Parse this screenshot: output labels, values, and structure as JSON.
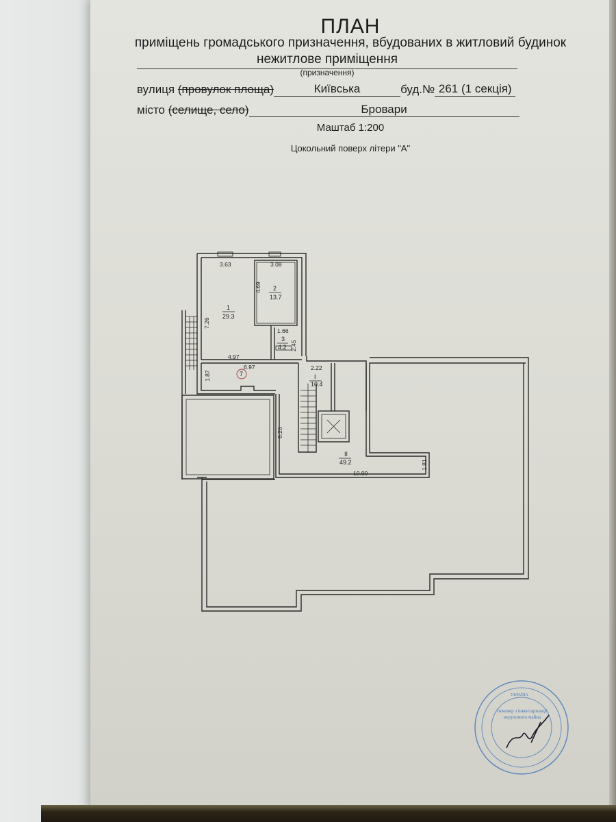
{
  "document": {
    "title": "ПЛАН",
    "subtitle": "приміщень громадського призначення, вбудованих в житловий будинок",
    "purpose_value": "нежитлове приміщення",
    "purpose_caption": "(призначення)",
    "street_label": "вулиця",
    "street_label_struck": "(провулок площа)",
    "street_value": "Київська",
    "building_label": "буд.№",
    "building_value": "261 (1 секція)",
    "city_label": "місто",
    "city_label_struck": "(селище, село)",
    "city_value": "Бровари",
    "scale": "Маштаб 1:200",
    "floor_caption": "Цокольний поверх літери \"А\""
  },
  "floor_plan": {
    "rooms": [
      {
        "number": "1",
        "area": "29.3"
      },
      {
        "number": "2",
        "area": "13.7"
      },
      {
        "number": "3",
        "area": "4.2"
      },
      {
        "number": "I",
        "area": "10.4"
      },
      {
        "number": "II",
        "area": "49.2"
      }
    ],
    "marker": "7",
    "dimensions": {
      "room1_width": "3.63",
      "room2_width": "3.08",
      "room2_height": "4.69",
      "room1_height": "7.26",
      "room3_width": "1.66",
      "room3_height": "2.45",
      "corridor_a": "4.97",
      "corridor_b": "6.97",
      "corridor_height": "1.87",
      "stair_width": "2.22",
      "hall_height": "6.20",
      "hall_width": "10.90",
      "niche_height": "1.81"
    }
  },
  "stamp": {
    "text_center": "Інженер з інвентаризації нерухомого майна",
    "text_ring": "УКРАЇНА"
  },
  "colors": {
    "paper": "#dcdcd5",
    "ink": "#1c1c1c",
    "stamp": "#4a7bb8"
  }
}
